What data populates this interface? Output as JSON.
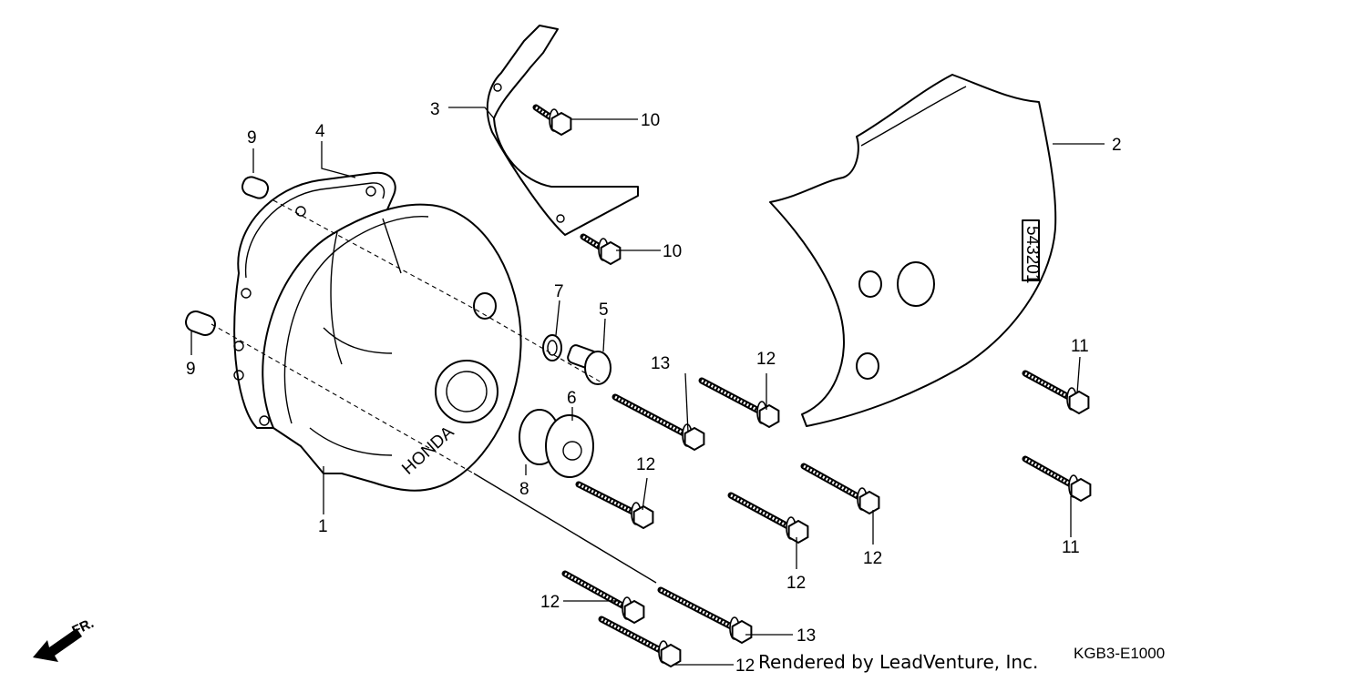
{
  "diagram": {
    "part_labels": [
      "1",
      "2",
      "3",
      "4",
      "5",
      "6",
      "7",
      "8",
      "9",
      "9",
      "10",
      "10",
      "11",
      "11",
      "12",
      "12",
      "12",
      "12",
      "12",
      "12",
      "13",
      "13"
    ],
    "cover_logo": "HONDA",
    "side_cover_stamp": "543201",
    "front_arrow": "FR.",
    "diagram_code": "KGB3-E1000",
    "credit": "Rendered by LeadVenture, Inc."
  }
}
